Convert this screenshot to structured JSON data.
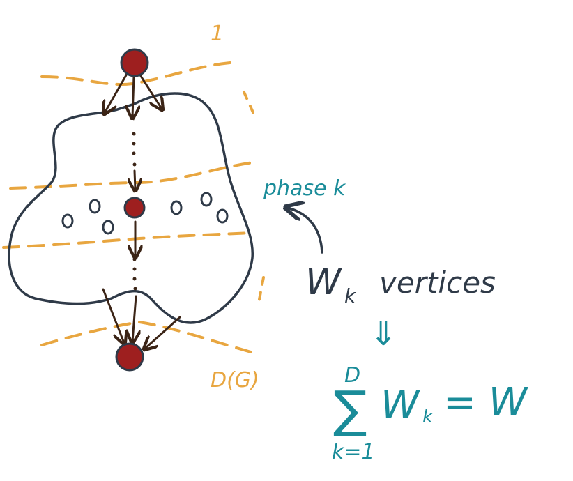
{
  "labels": {
    "phase_top": "1",
    "phase_bottom": "D(G)",
    "phase_k": "phase k",
    "vertices_w": "W",
    "vertices_sub": "k",
    "vertices_rest": "vertices",
    "implies": "⇓",
    "sum_top": "D",
    "sum_sym": "∑",
    "sum_bottom": "k=1",
    "sum_term": "W",
    "sum_term_sub": "k",
    "sum_eq": "= W"
  },
  "colors": {
    "phase_line": "#e8a640",
    "outline": "#2f3a48",
    "node_fill": "#9e1f1f",
    "arrow": "#3b2416",
    "annotation": "#1a8c99"
  }
}
